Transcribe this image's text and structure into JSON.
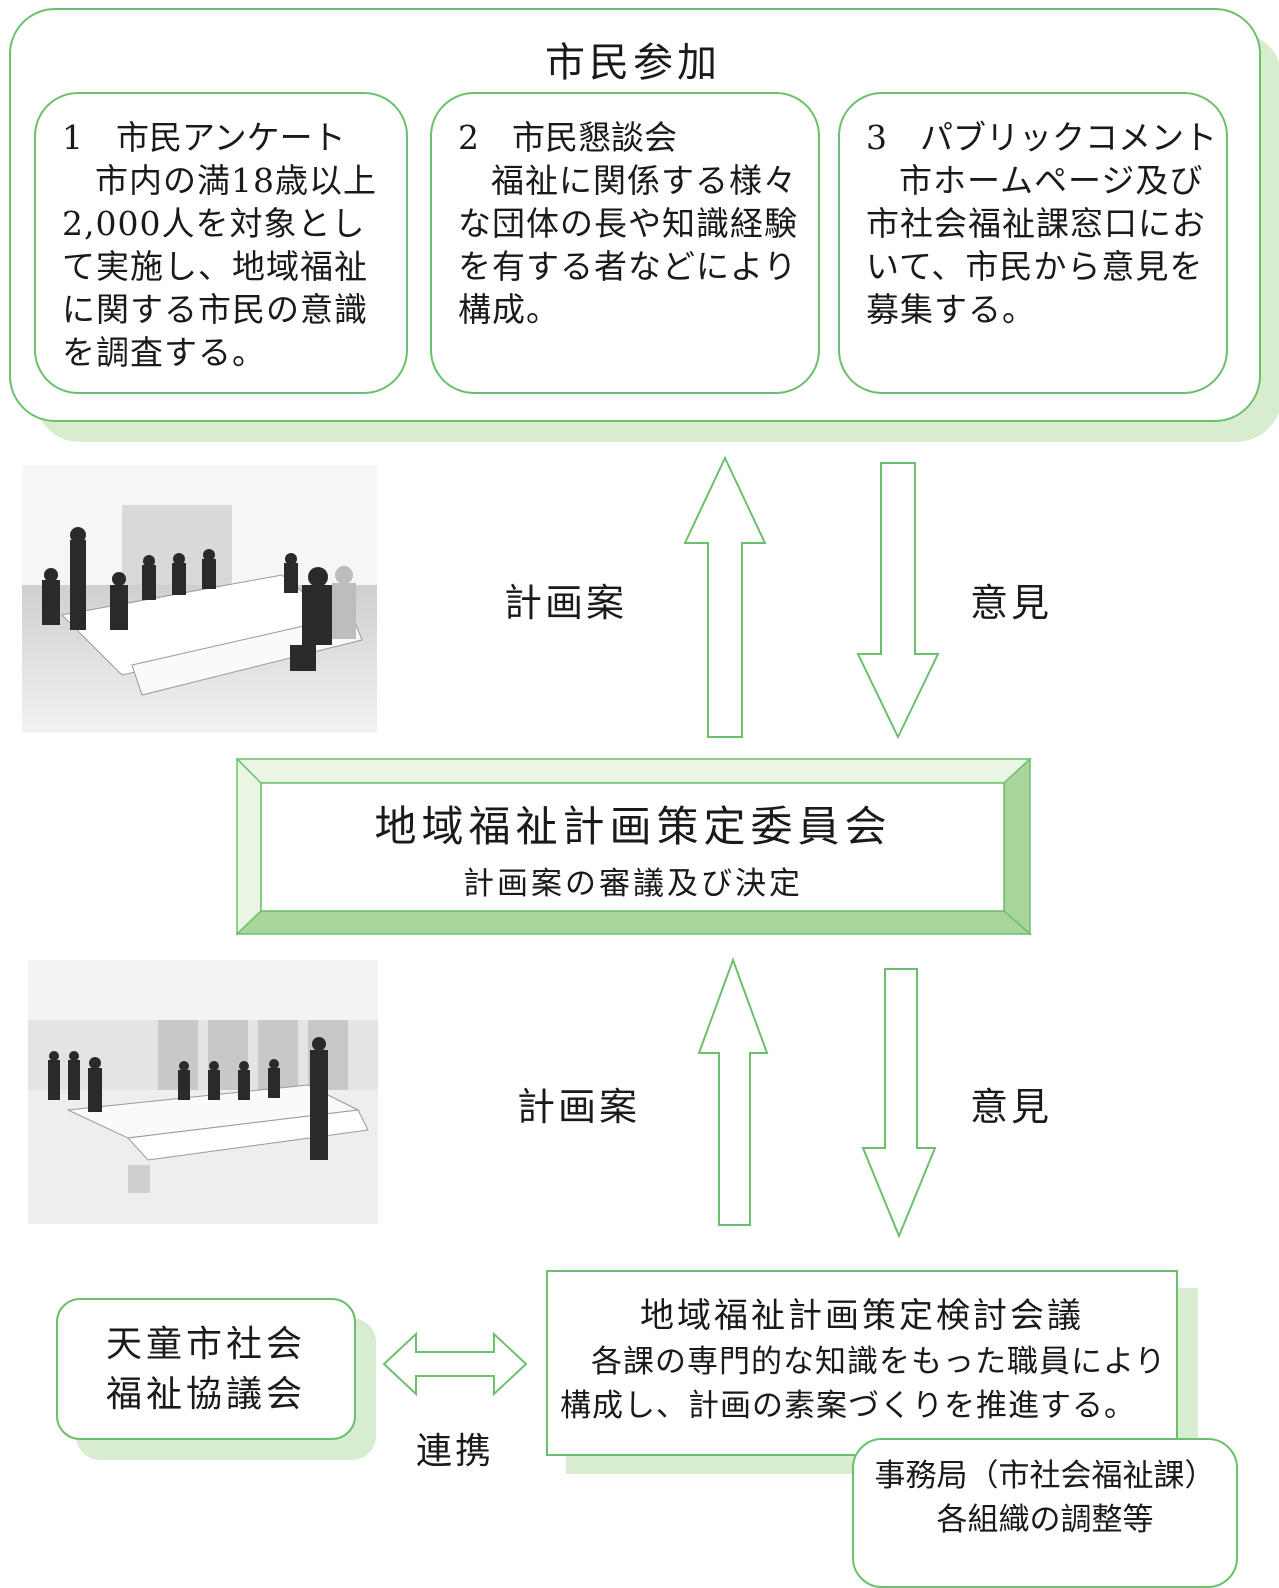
{
  "citizen_participation": {
    "title": "市民参加",
    "cards": [
      {
        "heading": "1　市民アンケート",
        "body": "市内の満18歳以上2,000人を対象として実施し、地域福祉に関する市民の意識を調査する。"
      },
      {
        "heading": "2　市民懇談会",
        "body": "福祉に関係する様々な団体の長や知識経験を有する者などにより構成。"
      },
      {
        "heading": "3　パブリックコメント",
        "body": "市ホームページ及び市社会福祉課窓口において、市民から意見を募集する。"
      }
    ]
  },
  "flow_upper": {
    "up_label": "計画案",
    "down_label": "意見"
  },
  "committee": {
    "title": "地域福祉計画策定委員会",
    "subtitle": "計画案の審議及び決定"
  },
  "flow_lower": {
    "up_label": "計画案",
    "down_label": "意見"
  },
  "council": {
    "line1": "天童市社会",
    "line2": "福祉協議会"
  },
  "link_label": "連携",
  "study_meeting": {
    "title": "地域福祉計画策定検討会議",
    "body": "各課の専門的な知識をもった職員により構成し、計画の素案づくりを推進する。"
  },
  "secretariat": {
    "line1": "事務局（市社会福祉課）",
    "line2": "各組織の調整等"
  },
  "colors": {
    "border": "#6cc06c",
    "shadow": "#d8ecd0",
    "arrow": "#6cc06c"
  }
}
